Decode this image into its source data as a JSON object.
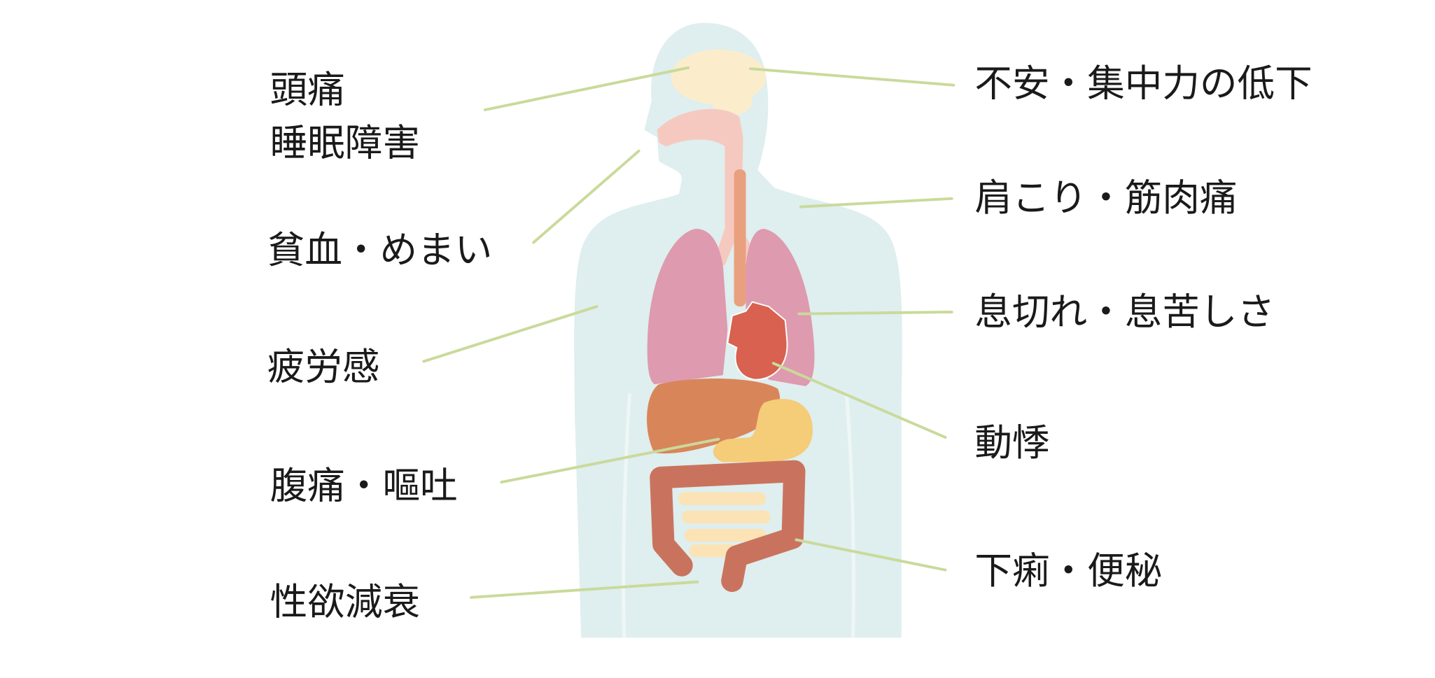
{
  "colors": {
    "body": "#dfeeee",
    "brain": "#fbedcc",
    "airway": "#f6c9c0",
    "esophagus": "#e9a07f",
    "lungs": "#de9aae",
    "heart": "#d8614f",
    "liver": "#d9855a",
    "stomach": "#f5cc78",
    "small_intestine": "#fbe3b5",
    "colon": "#c9735e",
    "leader_line": "#c9da9b"
  },
  "left_labels": {
    "headache": "頭痛",
    "insomnia": "睡眠障害",
    "anemia": "貧血・めまい",
    "fatigue": "疲労感",
    "abdominal": "腹痛・嘔吐",
    "libido": "性欲減衰"
  },
  "right_labels": {
    "anxiety": "不安・集中力の低下",
    "shoulder": "肩こり・筋肉痛",
    "breath": "息切れ・息苦しさ",
    "palpitation": "動悸",
    "bowel": "下痢・便秘"
  }
}
